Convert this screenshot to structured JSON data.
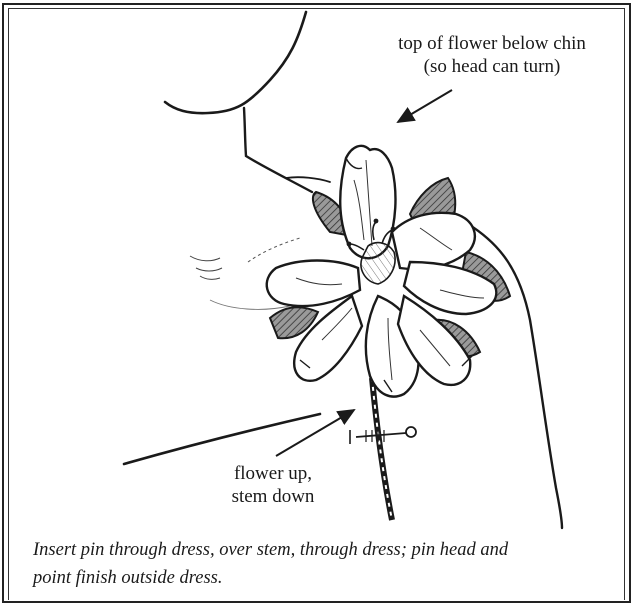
{
  "labels": {
    "top": {
      "line1": "top of flower below chin",
      "line2": "(so head can turn)"
    },
    "bottom": {
      "line1": "flower up,",
      "line2": "stem down"
    }
  },
  "caption": {
    "line1": "Insert pin through dress, over stem, through dress; pin head and",
    "line2": "point finish outside dress."
  }
}
